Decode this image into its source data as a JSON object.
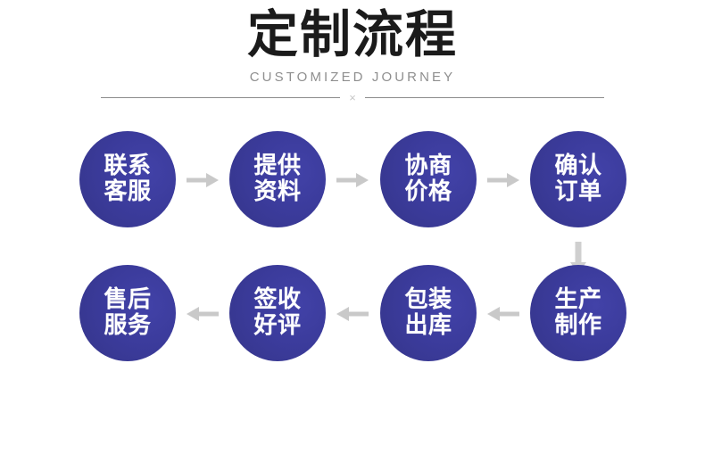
{
  "header": {
    "title": "定制流程",
    "subtitle": "CUSTOMIZED JOURNEY",
    "divider_mark": "×"
  },
  "colors": {
    "node_fill": "#3b3b9b",
    "node_fill_light": "#4242a8",
    "node_text": "#ffffff",
    "arrow": "#c9c9c9",
    "divider_line": "#8c8c8c",
    "divider_mark": "#c6c6c6",
    "title_text": "#1b1b1b",
    "subtitle_text": "#8f8f8f",
    "background": "#ffffff"
  },
  "flow": {
    "rows": [
      {
        "direction": "right",
        "nodes": [
          {
            "label": "联系\n客服",
            "step": 1
          },
          {
            "label": "提供\n资料",
            "step": 2
          },
          {
            "label": "协商\n价格",
            "step": 3
          },
          {
            "label": "确认\n订单",
            "step": 4
          }
        ],
        "connectors": [
          {
            "icon": "arrow-right-icon"
          },
          {
            "icon": "arrow-right-icon"
          },
          {
            "icon": "arrow-right-icon"
          }
        ]
      },
      {
        "direction": "left",
        "nodes": [
          {
            "label": "售后\n服务",
            "step": 8
          },
          {
            "label": "签收\n好评",
            "step": 7
          },
          {
            "label": "包装\n出库",
            "step": 6
          },
          {
            "label": "生产\n制作",
            "step": 5
          }
        ],
        "connectors": [
          {
            "icon": "arrow-left-icon"
          },
          {
            "icon": "arrow-left-icon"
          },
          {
            "icon": "arrow-left-icon"
          }
        ]
      }
    ],
    "row_connector": {
      "icon": "arrow-down-icon"
    }
  }
}
